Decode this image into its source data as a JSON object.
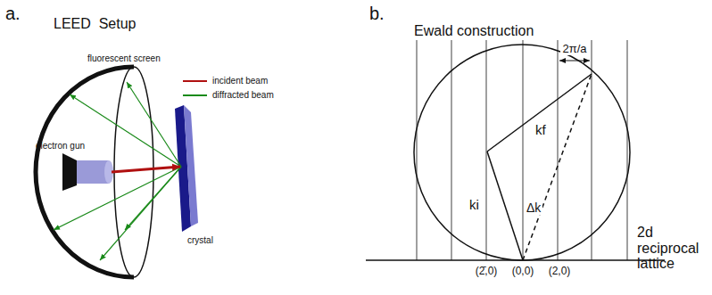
{
  "diagram": {
    "labels": [
      "a.",
      "LEED  Setup",
      "fluorescent screen",
      "electron gun",
      "crystal",
      "b.",
      "Ewald construction",
      "2π/a",
      "kf",
      "ki",
      "Δk",
      "2d reciprocal lattice",
      "(2̄,0)",
      "(0,0)",
      "(2,0)"
    ],
    "legend": [
      {
        "text": "incident beam"
      },
      {
        "text": "diffracted beam"
      }
    ]
  }
}
